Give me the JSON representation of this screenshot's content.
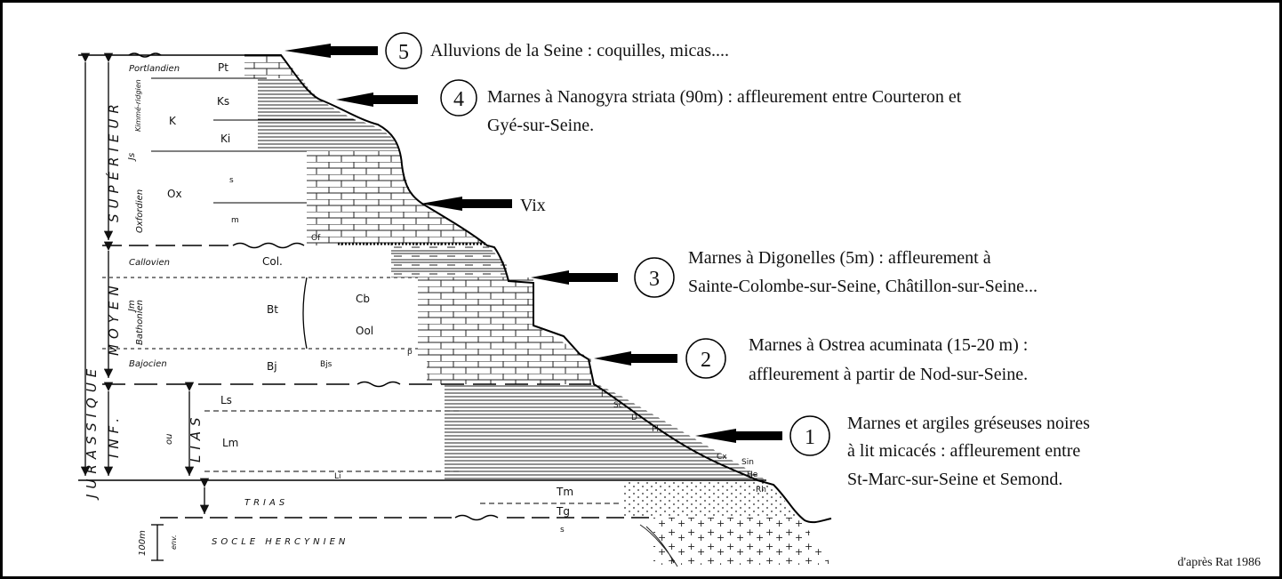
{
  "diagram": {
    "eras": {
      "jurassique": "JURASSIQUE",
      "superieur": "SUPÉRIEUR",
      "js": "Js",
      "moyen": "MOYEN",
      "jm": "Jm",
      "inf": "INF.",
      "ou": "ou",
      "lias": "LIAS",
      "trias": "TRIAS",
      "socle": "SOCLE HERCYNIEN"
    },
    "stages": {
      "portlandien": "Portlandien",
      "kimmeridgien": "Kimmé-ridgien",
      "oxfordien": "Oxfordien",
      "callovien": "Callovien",
      "bathonien": "Bathonien",
      "bajocien": "Bajocien"
    },
    "units": {
      "pt": "Pt",
      "ks": "Ks",
      "k": "K",
      "ki": "Ki",
      "s": "s",
      "ox": "Ox",
      "m": "m",
      "of": "Of",
      "col": "Col.",
      "cb": "Cb",
      "bt": "Bt",
      "ool": "Ool",
      "bj": "Bj",
      "bjs": "Bjs",
      "p": "p",
      "ls": "Ls",
      "lm": "Lm",
      "li": "Li",
      "l": "l",
      "sc": "Sc",
      "d": "D",
      "pl": "Pl",
      "cx": "Cx",
      "sin": "Sin",
      "he": "He",
      "rh": "Rh",
      "tm": "Tm",
      "tg": "Tg",
      "sb": "s"
    },
    "scale": {
      "value": "100m",
      "unit": "env."
    },
    "annotations": [
      {
        "num": "5",
        "lines": [
          "Alluvions de la Seine : coquilles, micas...."
        ]
      },
      {
        "num": "4",
        "lines": [
          "Marnes à Nanogyra striata (90m) : affleurement  entre Courteron et",
          "Gyé-sur-Seine."
        ]
      },
      {
        "num": "",
        "lines": [
          "Vix"
        ]
      },
      {
        "num": "3",
        "lines": [
          "Marnes à Digonelles (5m) : affleurement à",
          "Sainte-Colombe-sur-Seine, Châtillon-sur-Seine..."
        ]
      },
      {
        "num": "2",
        "lines": [
          "Marnes à Ostrea acuminata (15-20 m) :",
          "affleurement à partir de  Nod-sur-Seine."
        ]
      },
      {
        "num": "1",
        "lines": [
          "Marnes et argiles gréseuses noires",
          "à lit micacés : affleurement entre",
          "St-Marc-sur-Seine et Semond."
        ]
      }
    ],
    "credit": "d'après Rat 1986"
  }
}
